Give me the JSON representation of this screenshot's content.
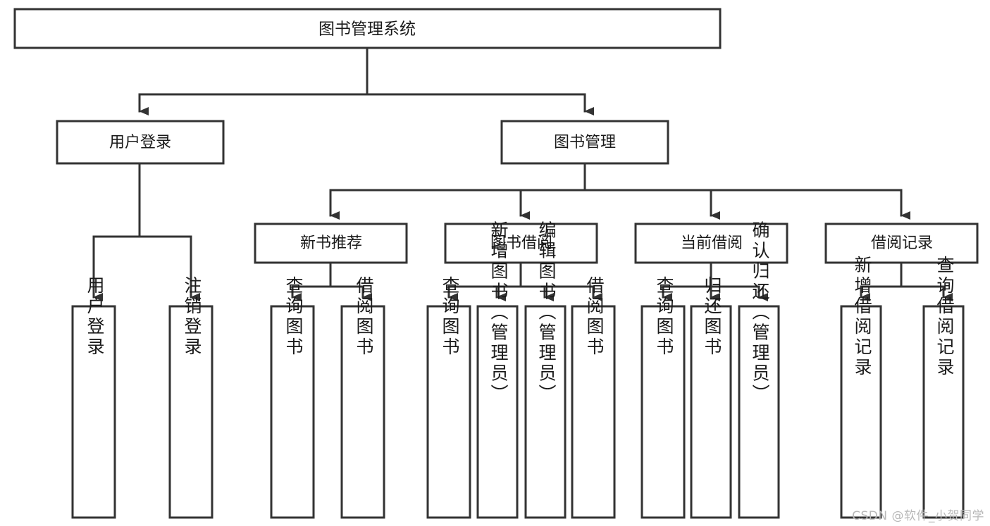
{
  "diagram": {
    "title": "图书管理系统",
    "type": "tree",
    "watermark": "CSDN @软件_小贺同学",
    "colors": {
      "stroke": "#333333",
      "fill": "#ffffff",
      "text": "#1a1a1a",
      "watermark": "#b8b8b8"
    },
    "levels": {
      "root": {
        "label": "图书管理系统"
      },
      "level1": [
        {
          "label": "用户登录"
        },
        {
          "label": "图书管理"
        }
      ],
      "level2": [
        {
          "label": "新书推荐"
        },
        {
          "label": "图书借阅"
        },
        {
          "label": "当前借阅"
        },
        {
          "label": "借阅记录"
        }
      ],
      "leaves": [
        {
          "label": "用户登录",
          "parent": "用户登录"
        },
        {
          "label": "注销登录",
          "parent": "用户登录"
        },
        {
          "label": "查询图书",
          "parent": "新书推荐"
        },
        {
          "label": "借阅图书",
          "parent": "新书推荐"
        },
        {
          "label": "查询图书",
          "parent": "图书借阅"
        },
        {
          "label": "新增图书（管理员）",
          "parent": "图书借阅"
        },
        {
          "label": "编辑图书（管理员）",
          "parent": "图书借阅"
        },
        {
          "label": "借阅图书",
          "parent": "图书借阅"
        },
        {
          "label": "查询图书",
          "parent": "当前借阅"
        },
        {
          "label": "归还图书",
          "parent": "当前借阅"
        },
        {
          "label": "确认归还（管理员）",
          "parent": "当前借阅"
        },
        {
          "label": "新增借阅记录",
          "parent": "借阅记录"
        },
        {
          "label": "查询借阅记录",
          "parent": "借阅记录"
        }
      ]
    }
  }
}
